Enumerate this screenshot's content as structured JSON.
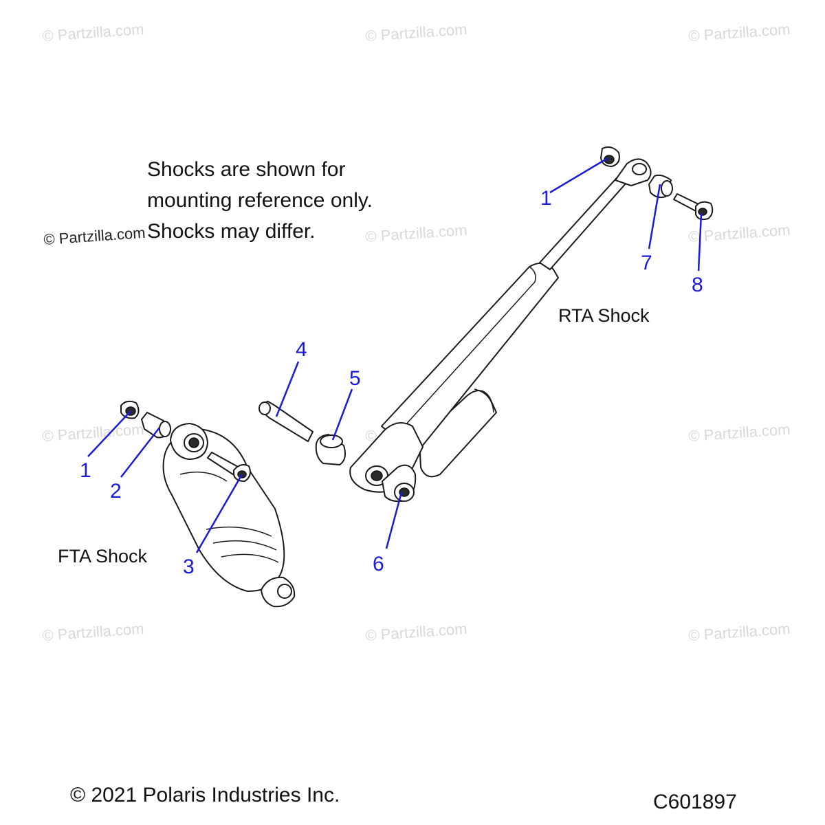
{
  "watermarks": {
    "text": "© Partzilla.com",
    "overlay_text": "© Partzilla.com"
  },
  "note": {
    "line1": "Shocks are shown for",
    "line2": "mounting reference only.",
    "line3": "Shocks may differ."
  },
  "labels": {
    "rta_shock": "RTA Shock",
    "fta_shock": "FTA Shock"
  },
  "callouts": [
    {
      "id": "rta-1",
      "number": "1"
    },
    {
      "id": "rta-7",
      "number": "7"
    },
    {
      "id": "rta-8",
      "number": "8"
    },
    {
      "id": "b-4",
      "number": "4"
    },
    {
      "id": "b-5",
      "number": "5"
    },
    {
      "id": "b-6",
      "number": "6"
    },
    {
      "id": "fta-1",
      "number": "1"
    },
    {
      "id": "fta-2",
      "number": "2"
    },
    {
      "id": "fta-3",
      "number": "3"
    }
  ],
  "footer": {
    "copyright": "© 2021 Polaris Industries Inc.",
    "diagram_code": "C601897"
  },
  "colors": {
    "callout": "#1a1adb",
    "watermark": "#d8d8d8",
    "line_art": "#1a1a1a"
  }
}
